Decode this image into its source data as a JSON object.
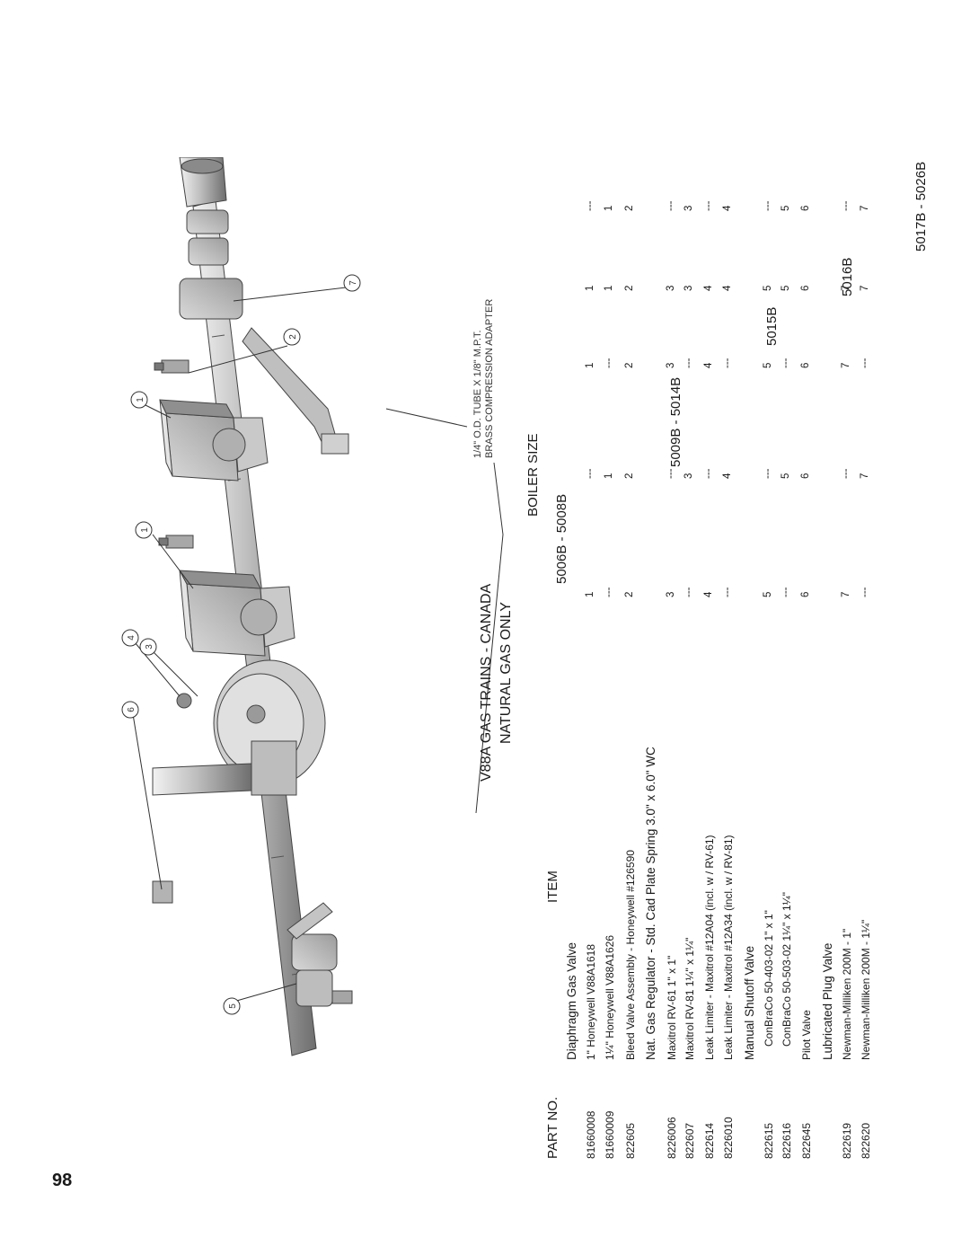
{
  "page_number": "98",
  "title_line1": "V88A GAS TRAINS - CANADA",
  "title_line2": "NATURAL GAS ONLY",
  "table": {
    "part_no_header": "PART NO.",
    "item_header": "ITEM",
    "boiler_size_header": "BOILER SIZE",
    "columns": [
      "5006B - 5008B",
      "5009B - 5014B",
      "5015B",
      "5016B",
      "5017B - 5026B"
    ],
    "rows": [
      {
        "part": "",
        "item": "Diaphragm Gas Valve",
        "kind": "group",
        "vals": [
          "",
          "",
          "",
          "",
          ""
        ]
      },
      {
        "part": "81660008",
        "item": "1\" Honeywell V88A1618",
        "kind": "row",
        "vals": [
          "1",
          "---",
          "1",
          "1",
          "---"
        ]
      },
      {
        "part": "81660009",
        "item": "1¼\" Honeywell V88A1626",
        "kind": "row",
        "vals": [
          "---",
          "1",
          "---",
          "1",
          "1"
        ]
      },
      {
        "part": "822605",
        "item": "Bleed Valve Assembly - Honeywell #126590",
        "kind": "row",
        "vals": [
          "2",
          "2",
          "2",
          "2",
          "2"
        ]
      },
      {
        "part": "",
        "item": "Nat. Gas Regulator - Std. Cad Plate Spring 3.0\" x 6.0\" WC",
        "kind": "group",
        "vals": [
          "",
          "",
          "",
          "",
          ""
        ]
      },
      {
        "part": "8226006",
        "item": "Maxitrol RV-61  1\" x 1\"",
        "kind": "row",
        "vals": [
          "3",
          "---",
          "3",
          "3",
          "---"
        ]
      },
      {
        "part": "822607",
        "item": "Maxitrol RV-81  1¼\" x 1¼\"",
        "kind": "row",
        "vals": [
          "---",
          "3",
          "---",
          "3",
          "3"
        ]
      },
      {
        "part": "822614",
        "item": "Leak Limiter - Maxitrol #12A04 (incl. w / RV-61)",
        "kind": "row",
        "vals": [
          "4",
          "---",
          "4",
          "4",
          "---"
        ]
      },
      {
        "part": "8226010",
        "item": "Leak Limiter - Maxitrol #12A34 (incl. w / RV-81)",
        "kind": "row",
        "vals": [
          "---",
          "4",
          "---",
          "4",
          "4"
        ]
      },
      {
        "part": "",
        "item": "Manual Shutoff Valve",
        "kind": "group",
        "vals": [
          "",
          "",
          "",
          "",
          ""
        ]
      },
      {
        "part": "822615",
        "item": "ConBraCo 50-403-02  1\" x 1\"",
        "kind": "indent",
        "vals": [
          "5",
          "---",
          "5",
          "5",
          "---"
        ]
      },
      {
        "part": "822616",
        "item": "ConBraCo 50-503-02  1¼\" x 1¼\"",
        "kind": "indent",
        "vals": [
          "---",
          "5",
          "---",
          "5",
          "5"
        ]
      },
      {
        "part": "822645",
        "item": "Pilot Valve",
        "kind": "row",
        "vals": [
          "6",
          "6",
          "6",
          "6",
          "6"
        ]
      },
      {
        "part": "",
        "item": "Lubricated Plug Valve",
        "kind": "group",
        "vals": [
          "",
          "",
          "",
          "",
          ""
        ]
      },
      {
        "part": "822619",
        "item": "Newman-Milliken 200M - 1\"",
        "kind": "row",
        "vals": [
          "7",
          "---",
          "7",
          "7",
          "---"
        ]
      },
      {
        "part": "822620",
        "item": "Newman-Milliken 200M - 1¼\"",
        "kind": "row",
        "vals": [
          "---",
          "7",
          "---",
          "7",
          "7"
        ]
      }
    ]
  },
  "diagram": {
    "note_line1": "1/4\" O.D. TUBE X 1/8\" M.P.T.",
    "note_line2": "BRASS COMPRESSION ADAPTER",
    "callouts": [
      "1",
      "1",
      "2",
      "3",
      "4",
      "5",
      "6",
      "7"
    ]
  }
}
